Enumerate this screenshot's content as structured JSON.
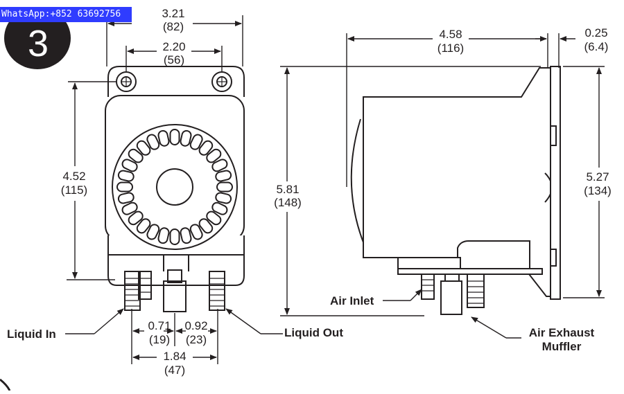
{
  "watermark": "WhatsApp:+852 63692756",
  "step_number": "3",
  "dimensions": {
    "front_width": {
      "in": "3.21",
      "mm": "(82)"
    },
    "mount_spacing": {
      "in": "2.20",
      "mm": "(56)"
    },
    "front_height": {
      "in": "4.52",
      "mm": "(115)"
    },
    "inlet_offset": {
      "in": "0.71",
      "mm": "(19)"
    },
    "outlet_offset": {
      "in": "0.92",
      "mm": "(23)"
    },
    "port_spacing": {
      "in": "1.84",
      "mm": "(47)"
    },
    "side_depth": {
      "in": "4.58",
      "mm": "(116)"
    },
    "flange_thickness": {
      "in": "0.25",
      "mm": "(6.4)"
    },
    "overall_height": {
      "in": "5.81",
      "mm": "(148)"
    },
    "flange_height": {
      "in": "5.27",
      "mm": "(134)"
    }
  },
  "labels": {
    "liquid_in": "Liquid In",
    "liquid_out": "Liquid Out",
    "air_inlet": "Air Inlet",
    "air_exhaust_line1": "Air Exhaust",
    "air_exhaust_line2": "Muffler"
  }
}
